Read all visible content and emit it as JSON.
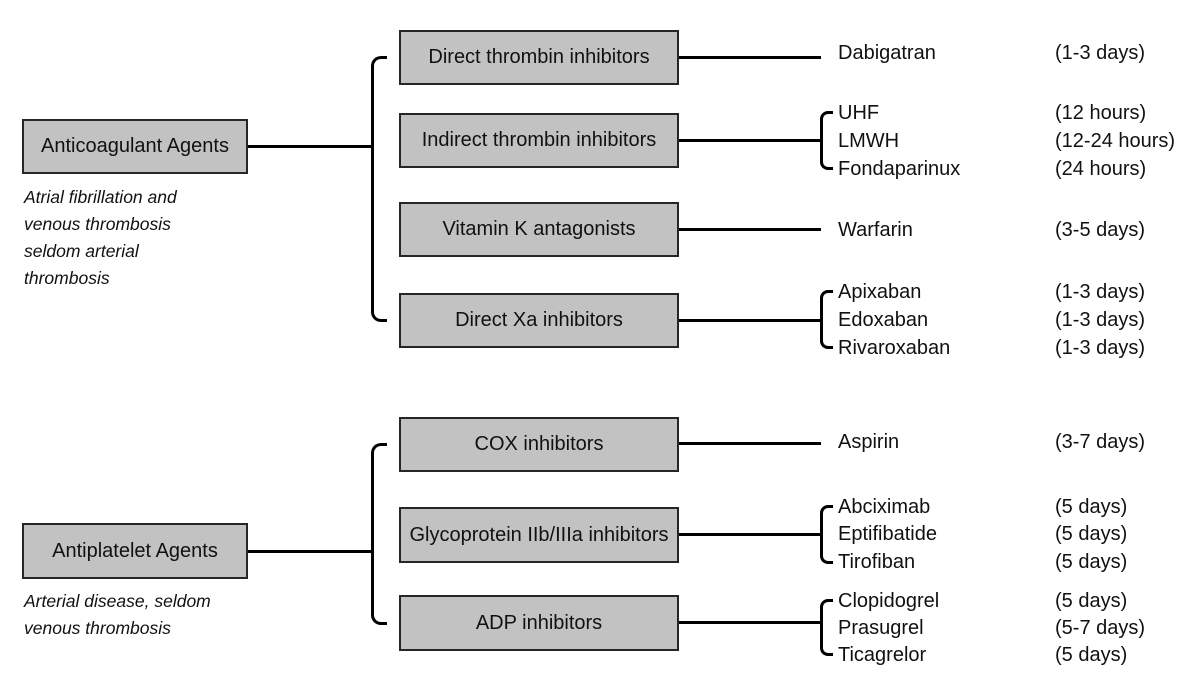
{
  "colors": {
    "background": "#ffffff",
    "box_fill": "#c2c2c2",
    "box_border": "#262626",
    "line": "#000000",
    "text": "#111111"
  },
  "sections": [
    {
      "parent_label": "Anticoagulant Agents",
      "parent_note": "Atrial fibrillation and\nvenous thrombosis\nseldom arterial\nthrombosis",
      "categories": [
        {
          "label": "Direct thrombin inhibitors",
          "drugs": [
            {
              "name": "Dabigatran",
              "duration": "(1-3 days)"
            }
          ]
        },
        {
          "label": "Indirect thrombin inhibitors",
          "drugs": [
            {
              "name": "UHF",
              "duration": "(12 hours)"
            },
            {
              "name": "LMWH",
              "duration": "(12-24 hours)"
            },
            {
              "name": "Fondaparinux",
              "duration": "(24 hours)"
            }
          ]
        },
        {
          "label": "Vitamin K antagonists",
          "drugs": [
            {
              "name": "Warfarin",
              "duration": "(3-5 days)"
            }
          ]
        },
        {
          "label": "Direct Xa inhibitors",
          "drugs": [
            {
              "name": "Apixaban",
              "duration": "(1-3 days)"
            },
            {
              "name": "Edoxaban",
              "duration": "(1-3 days)"
            },
            {
              "name": "Rivaroxaban",
              "duration": "(1-3 days)"
            }
          ]
        }
      ]
    },
    {
      "parent_label": "Antiplatelet Agents",
      "parent_note": "Arterial disease, seldom\nvenous thrombosis",
      "categories": [
        {
          "label": "COX inhibitors",
          "drugs": [
            {
              "name": "Aspirin",
              "duration": "(3-7 days)"
            }
          ]
        },
        {
          "label": "Glycoprotein IIb/IIIa inhibitors",
          "drugs": [
            {
              "name": "Abciximab",
              "duration": "(5 days)"
            },
            {
              "name": "Eptifibatide",
              "duration": "(5 days)"
            },
            {
              "name": "Tirofiban",
              "duration": "(5 days)"
            }
          ]
        },
        {
          "label": "ADP inhibitors",
          "drugs": [
            {
              "name": "Clopidogrel",
              "duration": "(5 days)"
            },
            {
              "name": "Prasugrel",
              "duration": "(5-7 days)"
            },
            {
              "name": "Ticagrelor",
              "duration": "(5 days)"
            }
          ]
        }
      ]
    }
  ]
}
